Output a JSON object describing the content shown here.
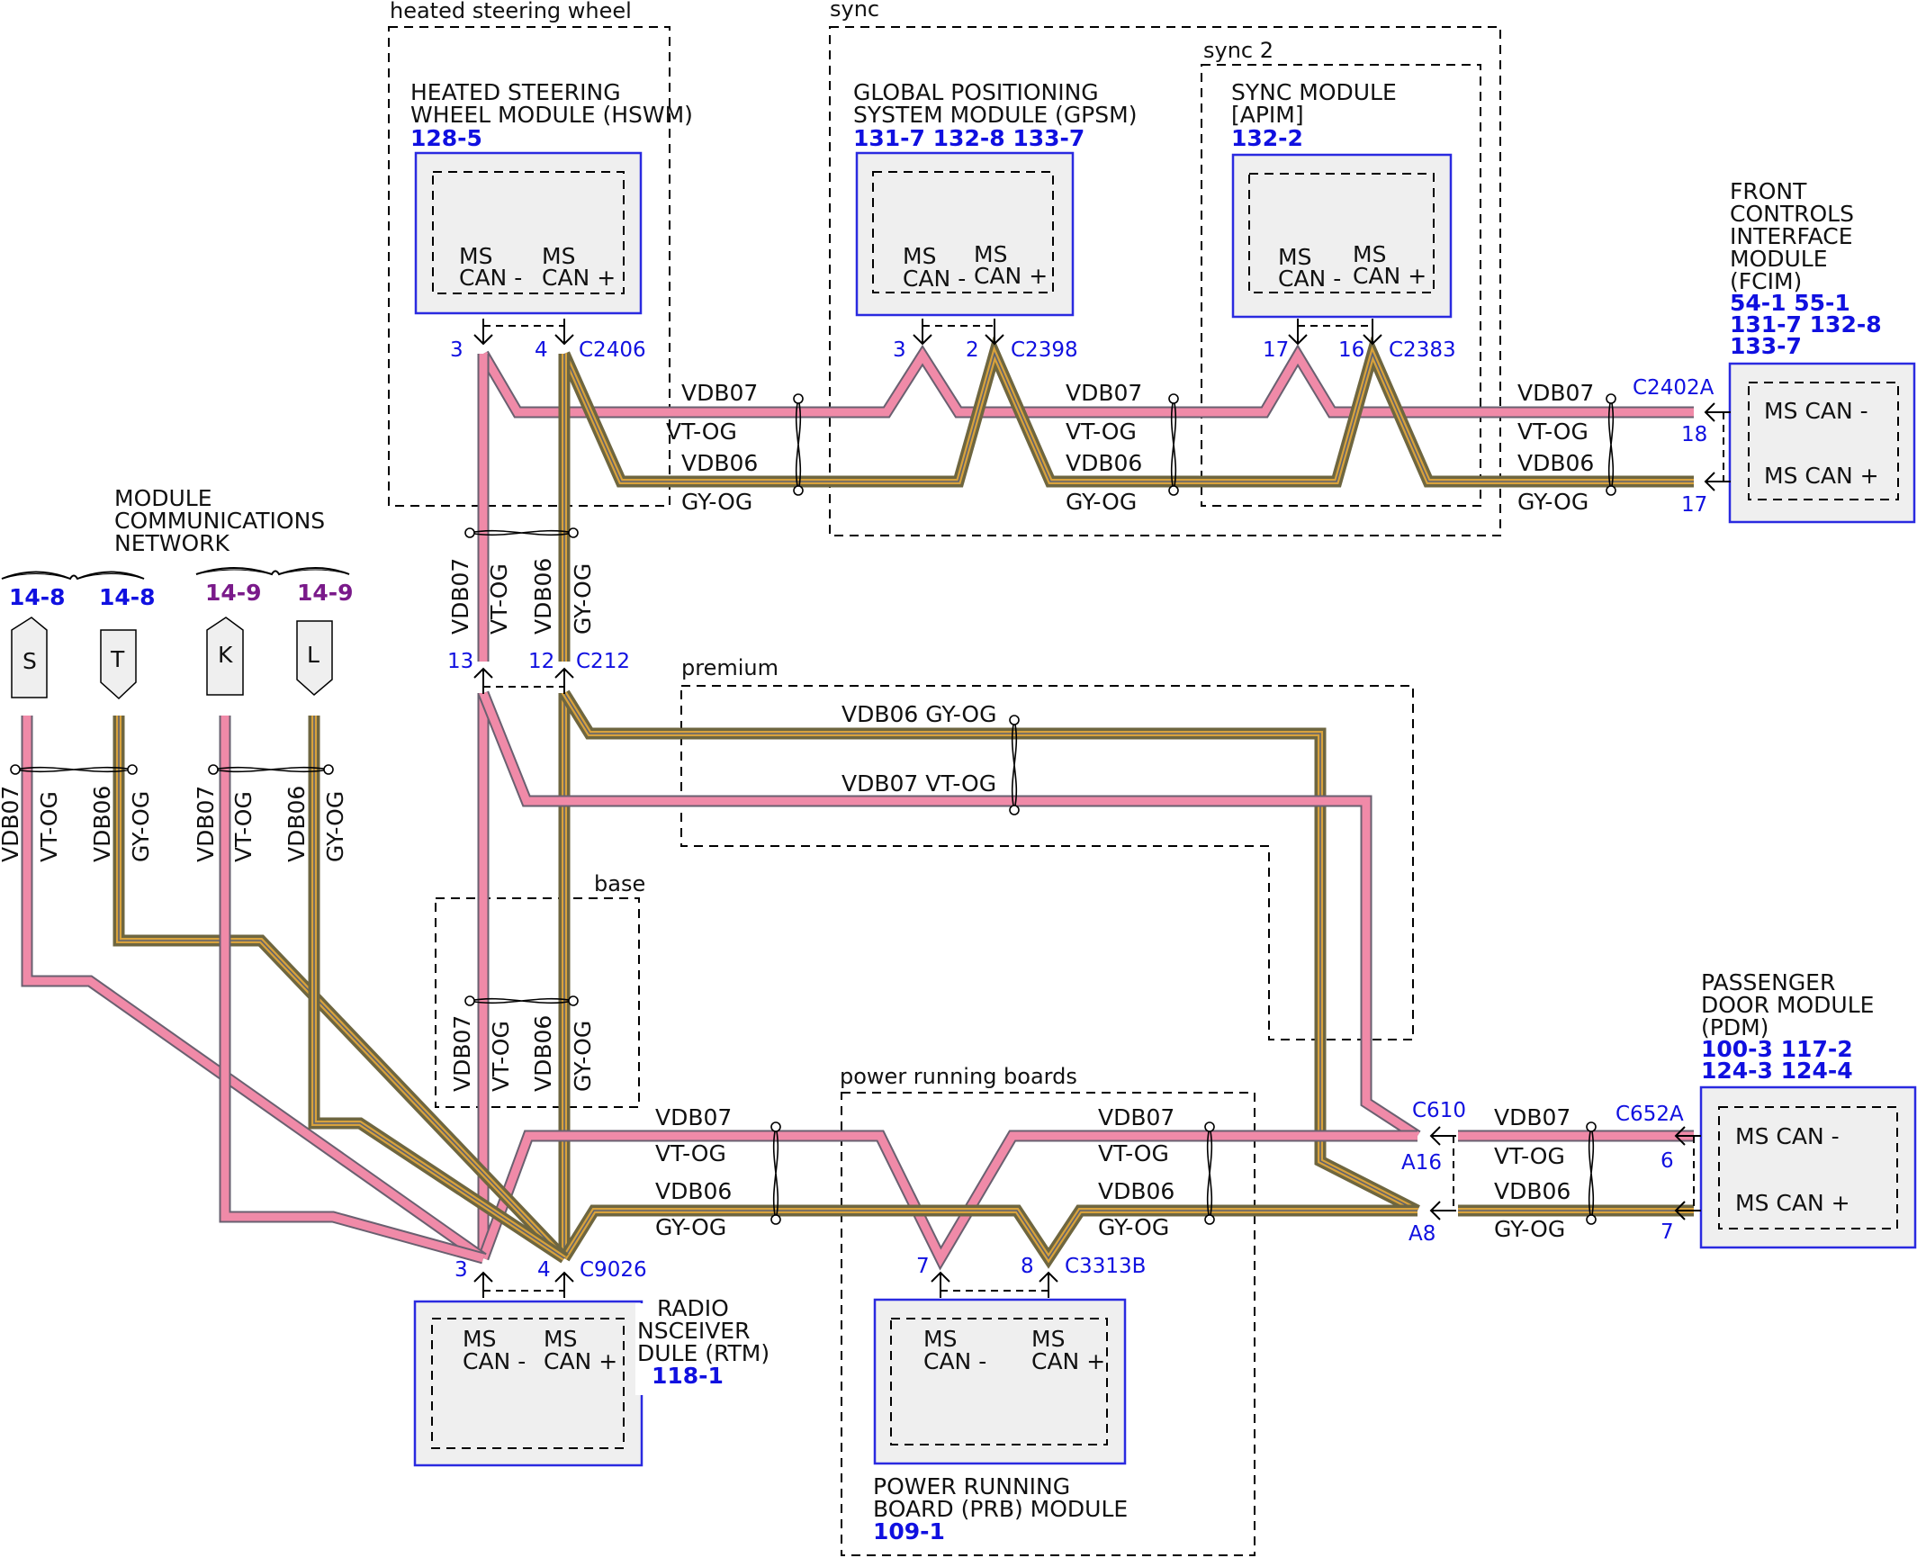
{
  "network": {
    "title_lines": [
      "MODULE",
      "COMMUNICATIONS",
      "NETWORK"
    ],
    "refs": [
      "14-8",
      "14-8",
      "14-9",
      "14-9"
    ],
    "connectors": [
      "S",
      "T",
      "K",
      "L"
    ]
  },
  "groups": {
    "heated_steering_wheel": "heated steering wheel",
    "sync": "sync",
    "sync2": "sync 2",
    "premium": "premium",
    "base": "base",
    "power_running_boards": "power running boards"
  },
  "modules": {
    "hswm": {
      "lines": [
        "HEATED STEERING",
        "WHEEL MODULE (HSWM)"
      ],
      "ref": "128-5",
      "pin_a": "3",
      "pin_b": "4",
      "connector": "C2406"
    },
    "gpsm": {
      "lines": [
        "GLOBAL POSITIONING",
        "SYSTEM MODULE (GPSM)"
      ],
      "ref": "131-7 132-8 133-7",
      "pin_a": "3",
      "pin_b": "2",
      "connector": "C2398"
    },
    "apim": {
      "lines": [
        "SYNC MODULE",
        "[APIM]"
      ],
      "ref": "132-2",
      "pin_a": "17",
      "pin_b": "16",
      "connector": "C2383"
    },
    "fcim": {
      "lines": [
        "FRONT",
        "CONTROLS",
        "INTERFACE",
        "MODULE",
        "(FCIM)"
      ],
      "refs": [
        "54-1  55-1",
        "131-7 132-8",
        "133-7"
      ],
      "connector": "C2402A",
      "pin_a": "18",
      "pin_b": "17"
    },
    "rtm": {
      "lines": [
        "RADIO",
        "NSCEIVER",
        "DULE (RTM)"
      ],
      "ref": "118-1",
      "pin_a": "3",
      "pin_b": "4",
      "connector": "C9026"
    },
    "prb": {
      "lines": [
        "POWER RUNNING",
        "BOARD (PRB) MODULE"
      ],
      "ref": "109-1",
      "pin_a": "7",
      "pin_b": "8",
      "connector": "C3313B"
    },
    "pdm": {
      "lines": [
        "PASSENGER",
        "DOOR MODULE",
        "(PDM)"
      ],
      "refs": [
        "100-3 117-2",
        "124-3 124-4"
      ],
      "connector": "C652A",
      "pin_a": "6",
      "pin_b": "7"
    }
  },
  "can_labels": {
    "minus_top": "MS",
    "minus_bottom": "CAN -",
    "plus_top": "MS",
    "plus_bottom": "CAN +",
    "minus_inline": "MS CAN -",
    "plus_inline": "MS CAN +"
  },
  "inline": {
    "c212": {
      "name": "C212",
      "pin_a": "13",
      "pin_b": "12"
    },
    "c610": {
      "name": "C610",
      "pin_a": "A16",
      "pin_b": "A8"
    }
  },
  "wires": {
    "vdb07": "VDB07",
    "vtog": "VT-OG",
    "vdb06": "VDB06",
    "gyog": "GY-OG",
    "vdb06_gyog": "VDB06  GY-OG",
    "vdb07_vtog": "VDB07  VT-OG"
  },
  "colors": {
    "pink": "#f08aa8",
    "olive": "#6e6640",
    "gold": "#d8a23c",
    "blue": "#1010e0",
    "purple": "#7a1a8a"
  }
}
